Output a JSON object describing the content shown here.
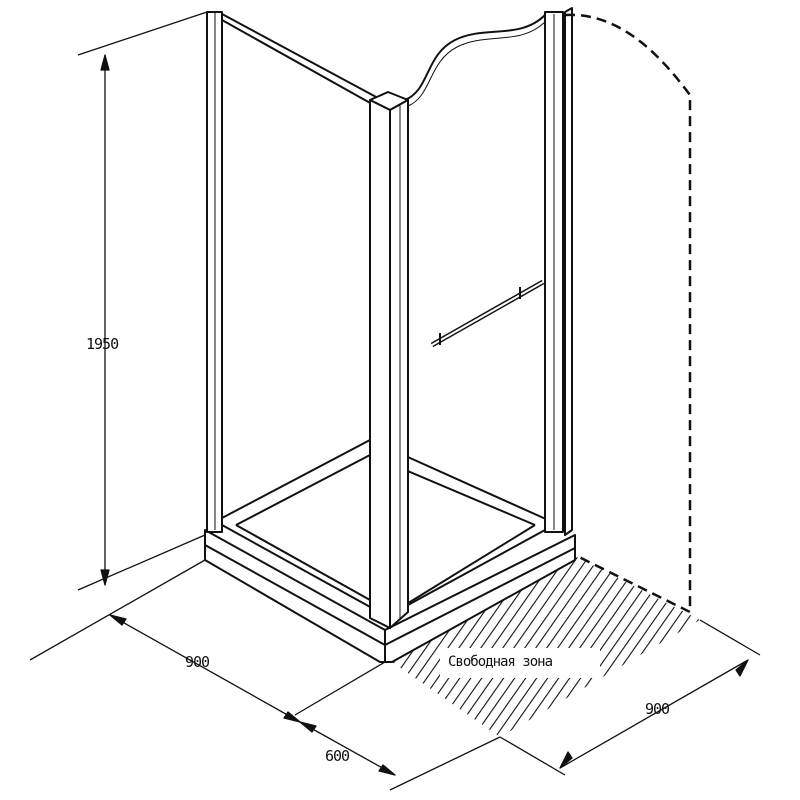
{
  "dimensions": {
    "height": "1950",
    "width_left": "900",
    "door_opening": "600",
    "width_right": "900"
  },
  "free_zone_label": "Свободная зона",
  "colors": {
    "line": "#111111",
    "background": "#ffffff"
  }
}
